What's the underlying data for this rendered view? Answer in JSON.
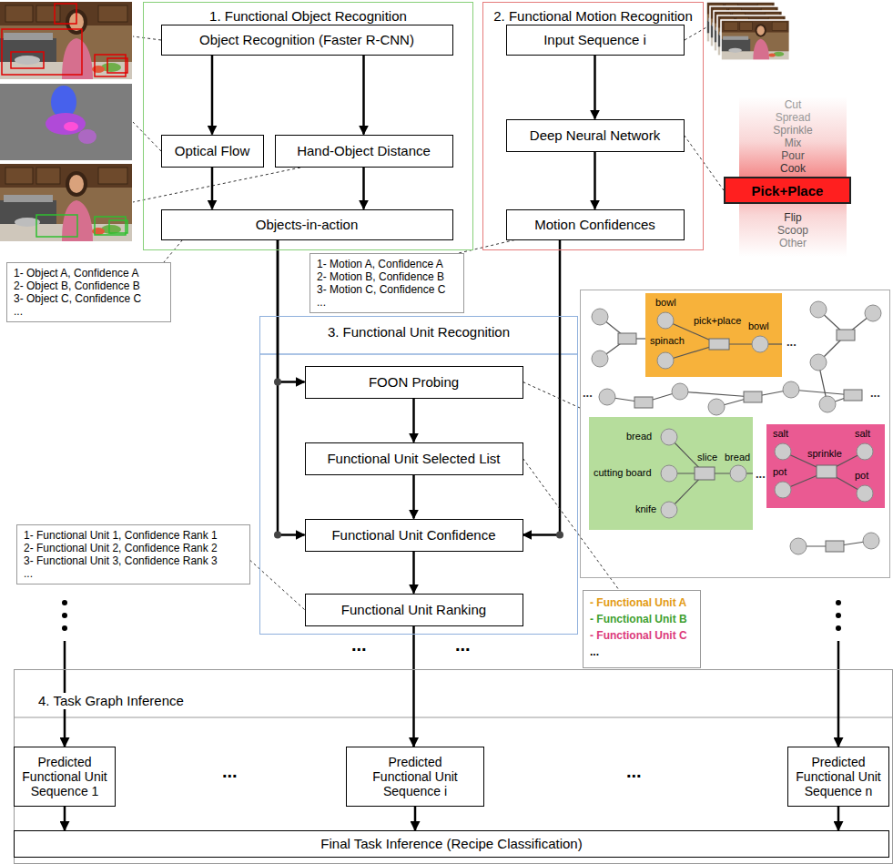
{
  "diagram": {
    "nodes": [
      {
        "text": [
          "1. Functional Object Recognition"
        ]
      },
      {
        "text": [
          "Object Recognition (Faster R-CNN)"
        ],
        "in": 0
      },
      {
        "text": [
          "Optical Flow"
        ],
        "in": 0
      },
      {
        "text": [
          "Hand-Object Distance"
        ],
        "in": 0
      },
      {
        "text": [
          "Objects-in-action"
        ],
        "in": 0
      },
      {
        "text": [
          "2. Functional Motion Recognition"
        ]
      },
      {
        "text": [
          "Input Sequence i"
        ],
        "in": 5
      },
      {
        "text": [
          "Deep Neural Network"
        ],
        "in": 5
      },
      {
        "text": [
          "Motion Confidences"
        ],
        "in": 5
      },
      {
        "text": [
          "1- Object A, Confidence A",
          "2- Object B, Confidence B",
          "3- Object C, Confidence C",
          "..."
        ]
      },
      {
        "text": [
          "1- Motion A, Confidence A",
          "2- Motion B, Confidence B",
          "3- Motion C, Confidence C",
          "..."
        ]
      },
      {
        "text": [
          "Cut",
          "Spread",
          "Sprinkle",
          "Mix",
          "Pour",
          "Cook",
          "Flip",
          "Scoop",
          "Other"
        ]
      },
      {
        "text": [
          "Pick+Place"
        ],
        "in": 11
      },
      {
        "text": [
          "3. Functional Unit Recognition"
        ]
      },
      {
        "text": [
          "FOON Probing"
        ],
        "in": 13
      },
      {
        "text": [
          "Functional Unit Selected List"
        ],
        "in": 13
      },
      {
        "text": [
          "Functional Unit Confidence"
        ],
        "in": 13
      },
      {
        "text": [
          "Functional Unit Ranking"
        ],
        "in": 13
      },
      {
        "text": [
          "...",
          "...",
          "...",
          "..."
        ]
      },
      {
        "text": [
          "bowl",
          "spinach",
          "pick+place",
          "bowl"
        ],
        "in": 18
      },
      {
        "text": [
          "bread",
          "cutting board",
          "knife",
          "slice",
          "bread"
        ],
        "in": 18
      },
      {
        "text": [
          "salt",
          "pot",
          "sprinkle",
          "salt",
          "pot"
        ],
        "in": 18
      },
      {
        "text": [
          "1- Functional Unit 1, Confidence Rank 1",
          "2- Functional Unit 2, Confidence Rank 2",
          "3- Functional Unit 3, Confidence Rank 3",
          "..."
        ]
      },
      {
        "text": [
          "- Functional Unit A",
          "- Functional Unit B",
          "- Functional Unit C",
          "..."
        ]
      },
      {
        "text": [
          "4. Task Graph Inference"
        ]
      },
      {
        "text": [
          "Predicted Functional Unit Sequence 1"
        ],
        "in": 24
      },
      {
        "text": [
          "Predicted Functional Unit Sequence i"
        ],
        "in": 24
      },
      {
        "text": [
          "Predicted Functional Unit Sequence n"
        ],
        "in": 24
      },
      {
        "text": [
          "Final Task Inference (Recipe Classification)"
        ],
        "in": 24
      }
    ],
    "edges": [
      {
        "from": 1,
        "to": 2,
        "arrow": "to"
      },
      {
        "from": 1,
        "to": 3,
        "arrow": "to"
      },
      {
        "from": 2,
        "to": 4,
        "arrow": "to"
      },
      {
        "from": 3,
        "to": 4,
        "arrow": "to"
      },
      {
        "from": 4,
        "to": 9,
        "arrow": "none"
      },
      {
        "from": 6,
        "to": 7,
        "arrow": "to"
      },
      {
        "from": 7,
        "to": 8,
        "arrow": "to"
      },
      {
        "from": 7,
        "to": 12,
        "arrow": "none"
      },
      {
        "from": 8,
        "to": 10,
        "arrow": "none"
      },
      {
        "from": 4,
        "to": 14,
        "arrow": "to"
      },
      {
        "from": 4,
        "to": 16,
        "arrow": "to"
      },
      {
        "from": 8,
        "to": 16,
        "arrow": "to"
      },
      {
        "from": 14,
        "to": 15,
        "arrow": "to"
      },
      {
        "from": 15,
        "to": 16,
        "arrow": "to"
      },
      {
        "from": 16,
        "to": 17,
        "arrow": "to"
      },
      {
        "from": 14,
        "to": 18,
        "arrow": "none"
      },
      {
        "from": 15,
        "to": 23,
        "arrow": "none"
      },
      {
        "from": 17,
        "to": 22,
        "arrow": "none"
      },
      {
        "from": 17,
        "to": 26,
        "arrow": "to"
      },
      {
        "from": 25,
        "to": 28,
        "arrow": "to"
      },
      {
        "from": 26,
        "to": 28,
        "arrow": "to"
      },
      {
        "from": 27,
        "to": 28,
        "arrow": "to"
      }
    ],
    "labels": [
      "...",
      "...",
      "...",
      "..."
    ]
  }
}
